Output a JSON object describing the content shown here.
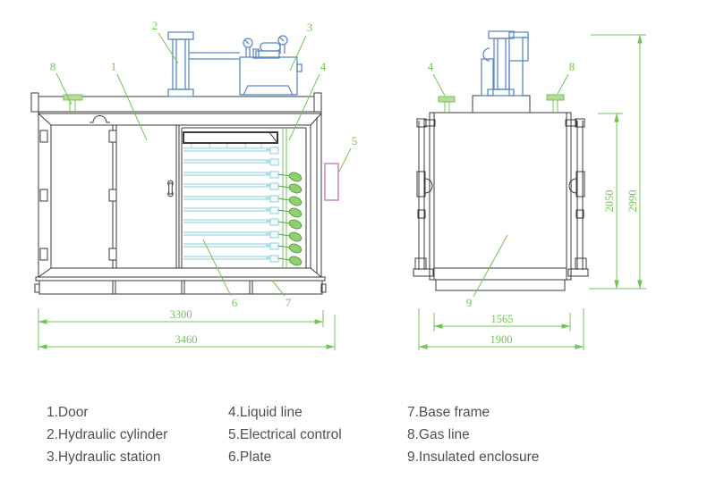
{
  "drawing": {
    "callouts": {
      "door": "1",
      "hydraulic_cylinder": "2",
      "hydraulic_station": "3",
      "liquid_line": "4",
      "electrical_control": "5",
      "plate": "6",
      "base_frame": "7",
      "gas_line": "8",
      "insulated_enclosure": "9"
    },
    "dimensions": {
      "front_inner_width": "3300",
      "front_outer_width": "3460",
      "side_inner_width": "1565",
      "side_outer_width": "1900",
      "side_body_height": "2050",
      "side_total_height": "2990"
    },
    "colors": {
      "line": "#3a3a3a",
      "annotation_green": "#72c455",
      "hydraulic_blue": "#5a8ac4",
      "plate_cyan": "#9fd8e0",
      "electrical_magenta": "#c883c8",
      "legend_text": "#4f4f4f"
    }
  },
  "legend": {
    "items": [
      "1.Door",
      "2.Hydraulic cylinder",
      "3.Hydraulic station",
      "4.Liquid line",
      "5.Electrical control",
      "6.Plate",
      "7.Base frame",
      "8.Gas line",
      "9.Insulated enclosure"
    ]
  }
}
